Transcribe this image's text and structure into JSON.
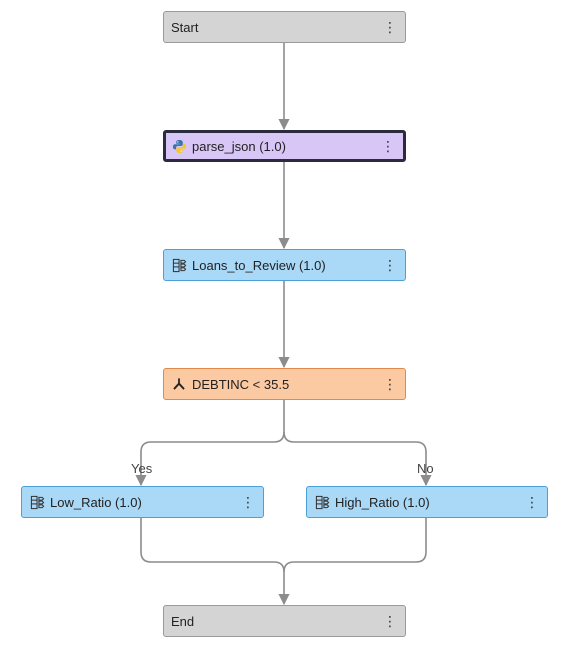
{
  "nodes": {
    "start": {
      "label": "Start",
      "menu_icon": "more-vertical-icon"
    },
    "parse_json": {
      "label": "parse_json (1.0)",
      "icon": "python-icon",
      "menu_icon": "more-vertical-icon"
    },
    "loans_to_review": {
      "label": "Loans_to_Review (1.0)",
      "icon": "rule-set-icon",
      "menu_icon": "more-vertical-icon"
    },
    "condition": {
      "label": "DEBTINC < 35.5",
      "icon": "branch-icon",
      "menu_icon": "more-vertical-icon"
    },
    "low_ratio": {
      "label": "Low_Ratio (1.0)",
      "icon": "rule-set-icon",
      "menu_icon": "more-vertical-icon"
    },
    "high_ratio": {
      "label": "High_Ratio (1.0)",
      "icon": "rule-set-icon",
      "menu_icon": "more-vertical-icon"
    },
    "end": {
      "label": "End",
      "menu_icon": "more-vertical-icon"
    }
  },
  "branches": {
    "yes": "Yes",
    "no": "No"
  },
  "menu_glyph": "⋮",
  "colors": {
    "terminal": "#d4d4d4",
    "code_node_selected": "#d8c6f6",
    "rule_set": "#aad8f7",
    "condition": "#fbc9a2",
    "connector": "#8c8c8c"
  }
}
